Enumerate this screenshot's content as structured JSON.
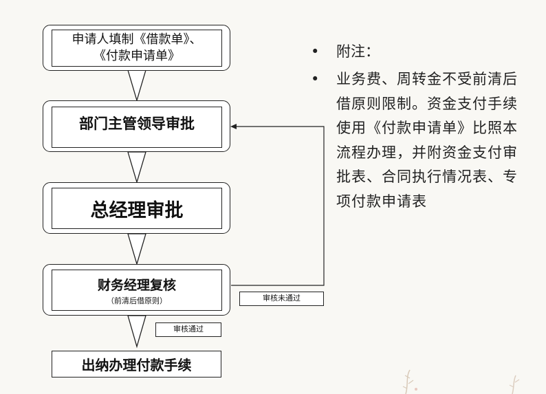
{
  "flow": {
    "step1_line1": "申请人填制《借款单》、",
    "step1_line2": "《付款申请单》",
    "step2": "部门主管领导审批",
    "step3": "总经理审批",
    "step4": "财务经理复核",
    "step4_sub": "（前清后借原则）",
    "step5": "出纳办理付款手续",
    "rejected_label": "审核未通过",
    "approved_label": "审核通过"
  },
  "notes": {
    "bullet": "•",
    "title": "附注：",
    "body": "业务费、周转金不受前清后借原则限制。资金支付手续使用《付款申请单》比照本流程办理，并附资金支付审批表、合同执行情况表、专项付款申请表"
  }
}
